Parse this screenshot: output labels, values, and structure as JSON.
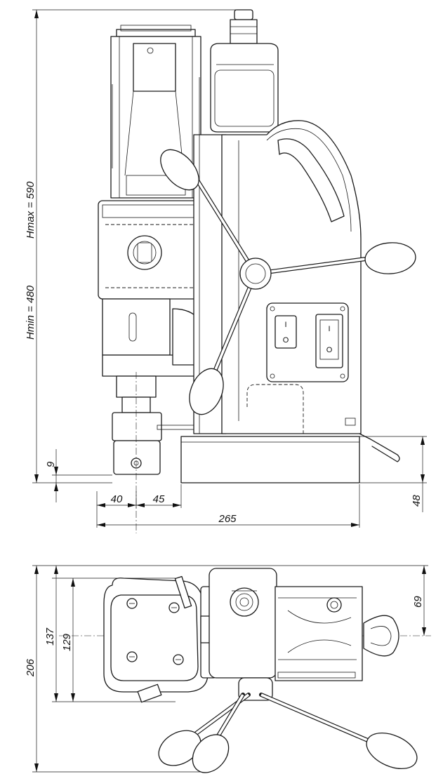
{
  "dimensions": {
    "hmax": "Hmax = 590",
    "hmin": "Hmin = 480",
    "dim_9": "9",
    "dim_40": "40",
    "dim_45": "45",
    "dim_265": "265",
    "dim_48": "48",
    "dim_206": "206",
    "dim_137": "137",
    "dim_129": "129",
    "dim_69": "69"
  },
  "switch_panel": {
    "switch_1_on": "I",
    "switch_1_off": "O",
    "switch_2_on": "I",
    "switch_2_off": "O"
  }
}
